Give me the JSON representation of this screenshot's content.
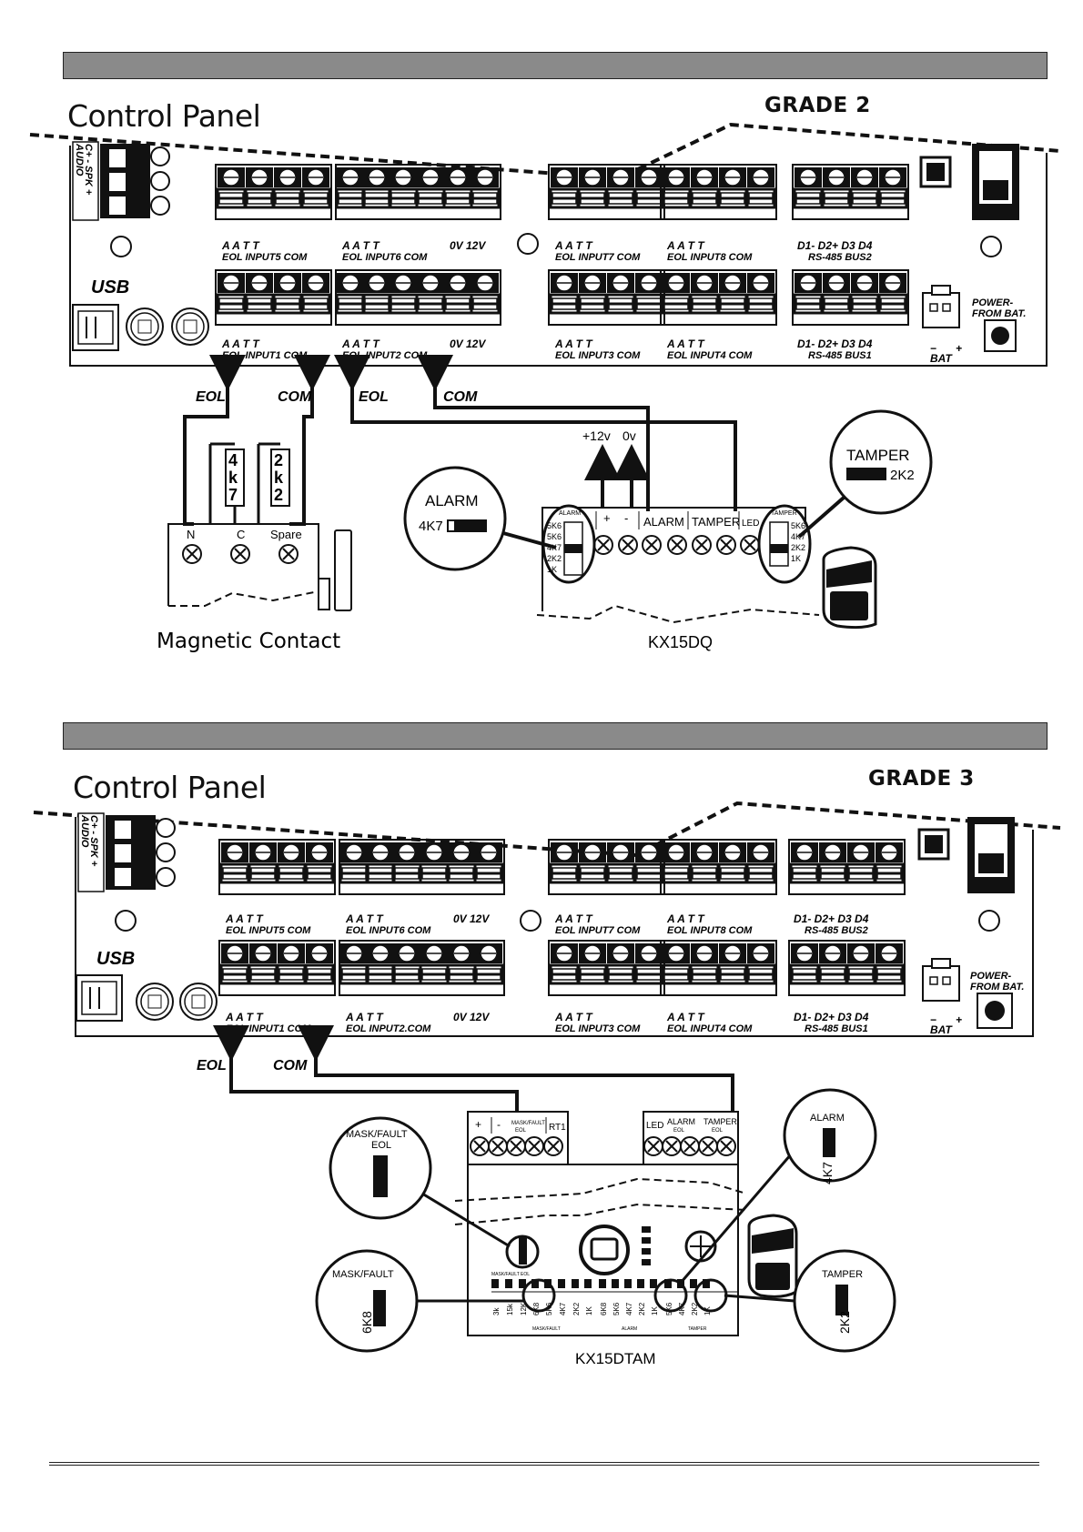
{
  "grade2": {
    "title": "Control Panel",
    "grade": "GRADE 2",
    "board": {
      "audio_label": "AUDIO",
      "audio_pins": "C+ - SPK +",
      "usb": "USB",
      "power": [
        "POWER-",
        "FROM BAT."
      ],
      "bat": "BAT",
      "bat_minus": "−",
      "bat_plus": "+",
      "top": {
        "blockA": {
          "pins": "A   A   T   T",
          "name": "EOL  INPUT5 COM"
        },
        "blockB": {
          "pins": "A   A   T   T",
          "name": "EOL  INPUT6 COM",
          "power": "0V  12V"
        },
        "blockC": {
          "pins": "A   A   T   T",
          "name": "EOL  INPUT7 COM"
        },
        "blockD": {
          "pins": "A   A   T   T",
          "name": "EOL  INPUT8 COM"
        },
        "blockE": {
          "pins": "D1-  D2+  D3  D4",
          "name": "RS-485 BUS2"
        }
      },
      "bottom": {
        "blockA": {
          "pins": "A   A   T   T",
          "name": "EOL  INPUT1 COM"
        },
        "blockB": {
          "pins": "A   A   T   T",
          "name": "EOL  INPUT2 COM",
          "power": "0V  12V"
        },
        "blockC": {
          "pins": "A   A   T   T",
          "name": "EOL  INPUT3 COM"
        },
        "blockD": {
          "pins": "A   A   T   T",
          "name": "EOL  INPUT4 COM"
        },
        "blockE": {
          "pins": "D1-  D2+  D3  D4",
          "name": "RS-485 BUS1"
        }
      }
    },
    "wires": {
      "eol1": "EOL",
      "com1": "COM",
      "eol2": "EOL",
      "com2": "COM"
    },
    "resistors": {
      "r1": [
        "4",
        "k",
        "7"
      ],
      "r2": [
        "2",
        "k",
        "2"
      ]
    },
    "contact": {
      "terminals": [
        "N",
        "C",
        "Spare"
      ],
      "caption": "Magnetic Contact"
    },
    "detector": {
      "supply_plus": "+12v",
      "supply_zero": "0v",
      "terminals": [
        "+",
        "-",
        "ALARM",
        "TAMPER",
        "LED"
      ],
      "caption": "KX15DQ",
      "alarm_bubble": {
        "title": "ALARM",
        "value": "4K7"
      },
      "tamper_bubble": {
        "title": "TAMPER",
        "value": "2K2"
      },
      "alarm_header": "ALARM",
      "tamper_header": "TAMPER",
      "alarm_jumpers": [
        "5K6",
        "5K6",
        "4K7",
        "2K2",
        "1K"
      ],
      "tamper_jumpers": [
        "5K6",
        "4K7",
        "2K2",
        "1K"
      ]
    }
  },
  "grade3": {
    "title": "Control Panel",
    "grade": "GRADE 3",
    "board": {
      "audio_label": "AUDIO",
      "audio_pins": "C+ - SPK +",
      "usb": "USB",
      "power": [
        "POWER-",
        "FROM BAT."
      ],
      "bat": "BAT",
      "bat_minus": "−",
      "bat_plus": "+",
      "top": {
        "blockA": {
          "pins": "A   A   T   T",
          "name": "EOL  INPUT5 COM"
        },
        "blockB": {
          "pins": "A   A   T   T",
          "name": "EOL  INPUT6 COM",
          "power": "0V  12V"
        },
        "blockC": {
          "pins": "A   A   T   T",
          "name": "EOL  INPUT7 COM"
        },
        "blockD": {
          "pins": "A   A   T   T",
          "name": "EOL  INPUT8 COM"
        },
        "blockE": {
          "pins": "D1-  D2+  D3  D4",
          "name": "RS-485 BUS2"
        }
      },
      "bottom": {
        "blockA": {
          "pins": "A   A   T   T",
          "name": "EOL  INPUT1 COM"
        },
        "blockB": {
          "pins": "A   A   T   T",
          "name": "EOL  INPUT2.COM",
          "power": "0V  12V"
        },
        "blockC": {
          "pins": "A   A   T   T",
          "name": "EOL  INPUT3 COM"
        },
        "blockD": {
          "pins": "A   A   T   T",
          "name": "EOL  INPUT4 COM"
        },
        "blockE": {
          "pins": "D1-  D2+  D3  D4",
          "name": "RS-485 BUS1"
        }
      }
    },
    "wires": {
      "eol": "EOL",
      "com": "COM"
    },
    "detector": {
      "terminals_left": [
        "+",
        "-",
        "MASK/FAULT",
        "RT1"
      ],
      "terminals_left_sub": "EOL",
      "terminals_right": [
        "LED",
        "ALARM",
        "TAMPER"
      ],
      "terminals_right_sub": [
        "EOL",
        "EOL"
      ],
      "caption": "KX15DTAM",
      "bubble_mask_eol": {
        "title": [
          "MASK/FAULT",
          "EOL"
        ]
      },
      "bubble_mask": {
        "title": "MASK/FAULT",
        "value": "6K8"
      },
      "bubble_alarm": {
        "title": "ALARM",
        "value": "4K7"
      },
      "bubble_tamper": {
        "title": "TAMPER",
        "value": "2K2"
      },
      "small_mask_eol": "MASK/FAULT EOL",
      "row_labels": [
        "3k",
        "15k",
        "12K",
        "6K8",
        "5K6",
        "4K7",
        "2K2",
        "1K",
        "6K8",
        "5K6",
        "4K7",
        "2K2",
        "1K",
        "5K6",
        "4K7",
        "2K2",
        "1K"
      ],
      "group_labels": [
        "MASK/FAULT",
        "ALARM",
        "TAMPER"
      ]
    }
  }
}
